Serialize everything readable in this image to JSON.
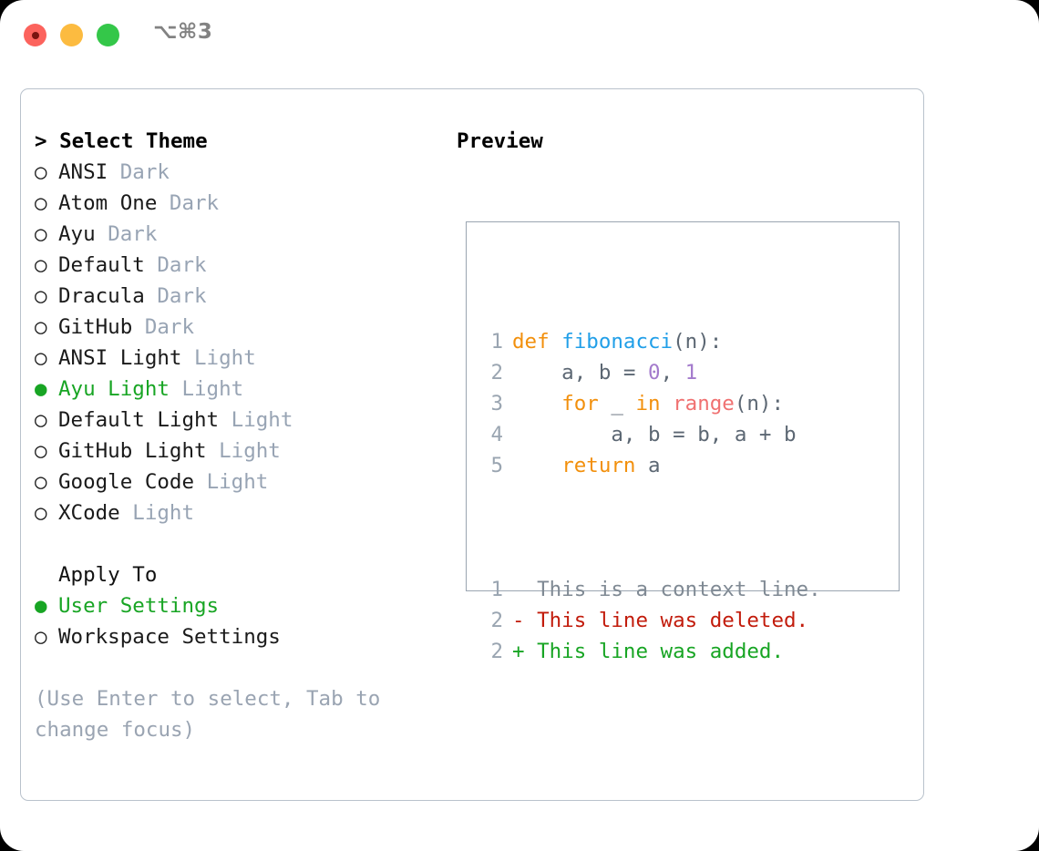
{
  "window": {
    "title": "⌥⌘3",
    "traffic_lights": [
      "close",
      "minimize",
      "maximize"
    ]
  },
  "theme_picker": {
    "header": "> Select Theme",
    "selected_theme": "Ayu Light",
    "selected_marker": "●",
    "unselected_marker": "○",
    "accent_color": "#18A524",
    "variant_color": "#98a4b4",
    "items": [
      {
        "marker": "○",
        "name": "ANSI",
        "variant": "Dark",
        "selected": false
      },
      {
        "marker": "○",
        "name": "Atom One",
        "variant": "Dark",
        "selected": false
      },
      {
        "marker": "○",
        "name": "Ayu",
        "variant": "Dark",
        "selected": false
      },
      {
        "marker": "○",
        "name": "Default",
        "variant": "Dark",
        "selected": false
      },
      {
        "marker": "○",
        "name": "Dracula",
        "variant": "Dark",
        "selected": false
      },
      {
        "marker": "○",
        "name": "GitHub",
        "variant": "Dark",
        "selected": false
      },
      {
        "marker": "○",
        "name": "ANSI Light",
        "variant": "Light",
        "selected": false
      },
      {
        "marker": "●",
        "name": "Ayu Light",
        "variant": "Light",
        "selected": true
      },
      {
        "marker": "○",
        "name": "Default Light",
        "variant": "Light",
        "selected": false
      },
      {
        "marker": "○",
        "name": "GitHub Light",
        "variant": "Light",
        "selected": false
      },
      {
        "marker": "○",
        "name": "Google Code",
        "variant": "Light",
        "selected": false
      },
      {
        "marker": "○",
        "name": "XCode",
        "variant": "Light",
        "selected": false
      }
    ]
  },
  "apply_to": {
    "header": "Apply To",
    "selected_option": "User Settings",
    "options": [
      {
        "marker": "●",
        "label": "User Settings",
        "selected": true
      },
      {
        "marker": "○",
        "label": "Workspace Settings",
        "selected": false
      }
    ]
  },
  "hint": "(Use Enter to select, Tab to change focus)",
  "preview": {
    "title": "Preview",
    "code_lines": [
      {
        "number": "1",
        "tokens": [
          {
            "text": "def",
            "type": "keyword"
          },
          {
            "text": " ",
            "type": "plain"
          },
          {
            "text": "fibonacci",
            "type": "function"
          },
          {
            "text": "(n):",
            "type": "plain"
          }
        ]
      },
      {
        "number": "2",
        "tokens": [
          {
            "text": "    a, b = ",
            "type": "plain"
          },
          {
            "text": "0",
            "type": "number"
          },
          {
            "text": ", ",
            "type": "plain"
          },
          {
            "text": "1",
            "type": "number"
          }
        ]
      },
      {
        "number": "3",
        "tokens": [
          {
            "text": "    ",
            "type": "plain"
          },
          {
            "text": "for",
            "type": "keyword"
          },
          {
            "text": " _ ",
            "type": "plain"
          },
          {
            "text": "in",
            "type": "keyword"
          },
          {
            "text": " ",
            "type": "plain"
          },
          {
            "text": "range",
            "type": "builtin"
          },
          {
            "text": "(n):",
            "type": "plain"
          }
        ]
      },
      {
        "number": "4",
        "tokens": [
          {
            "text": "        a, b = b, a + b",
            "type": "plain"
          }
        ]
      },
      {
        "number": "5",
        "tokens": [
          {
            "text": "    ",
            "type": "plain"
          },
          {
            "text": "return",
            "type": "keyword"
          },
          {
            "text": " a",
            "type": "plain"
          }
        ]
      }
    ],
    "diff_lines": [
      {
        "number": "1",
        "sign": " ",
        "text": "This is a context line.",
        "kind": "context"
      },
      {
        "number": "2",
        "sign": "-",
        "text": "This line was deleted.",
        "kind": "deleted"
      },
      {
        "number": "2",
        "sign": "+",
        "text": "This line was added.",
        "kind": "added"
      }
    ],
    "syntax_colors": {
      "keyword": "#F2900D",
      "function": "#219FE8",
      "number": "#A37ACC",
      "builtin": "#F07171",
      "plain": "#5c6773",
      "line_number": "#9aa5b1",
      "context": "#808a94",
      "deleted": "#C21C0C",
      "added": "#18A524"
    }
  }
}
